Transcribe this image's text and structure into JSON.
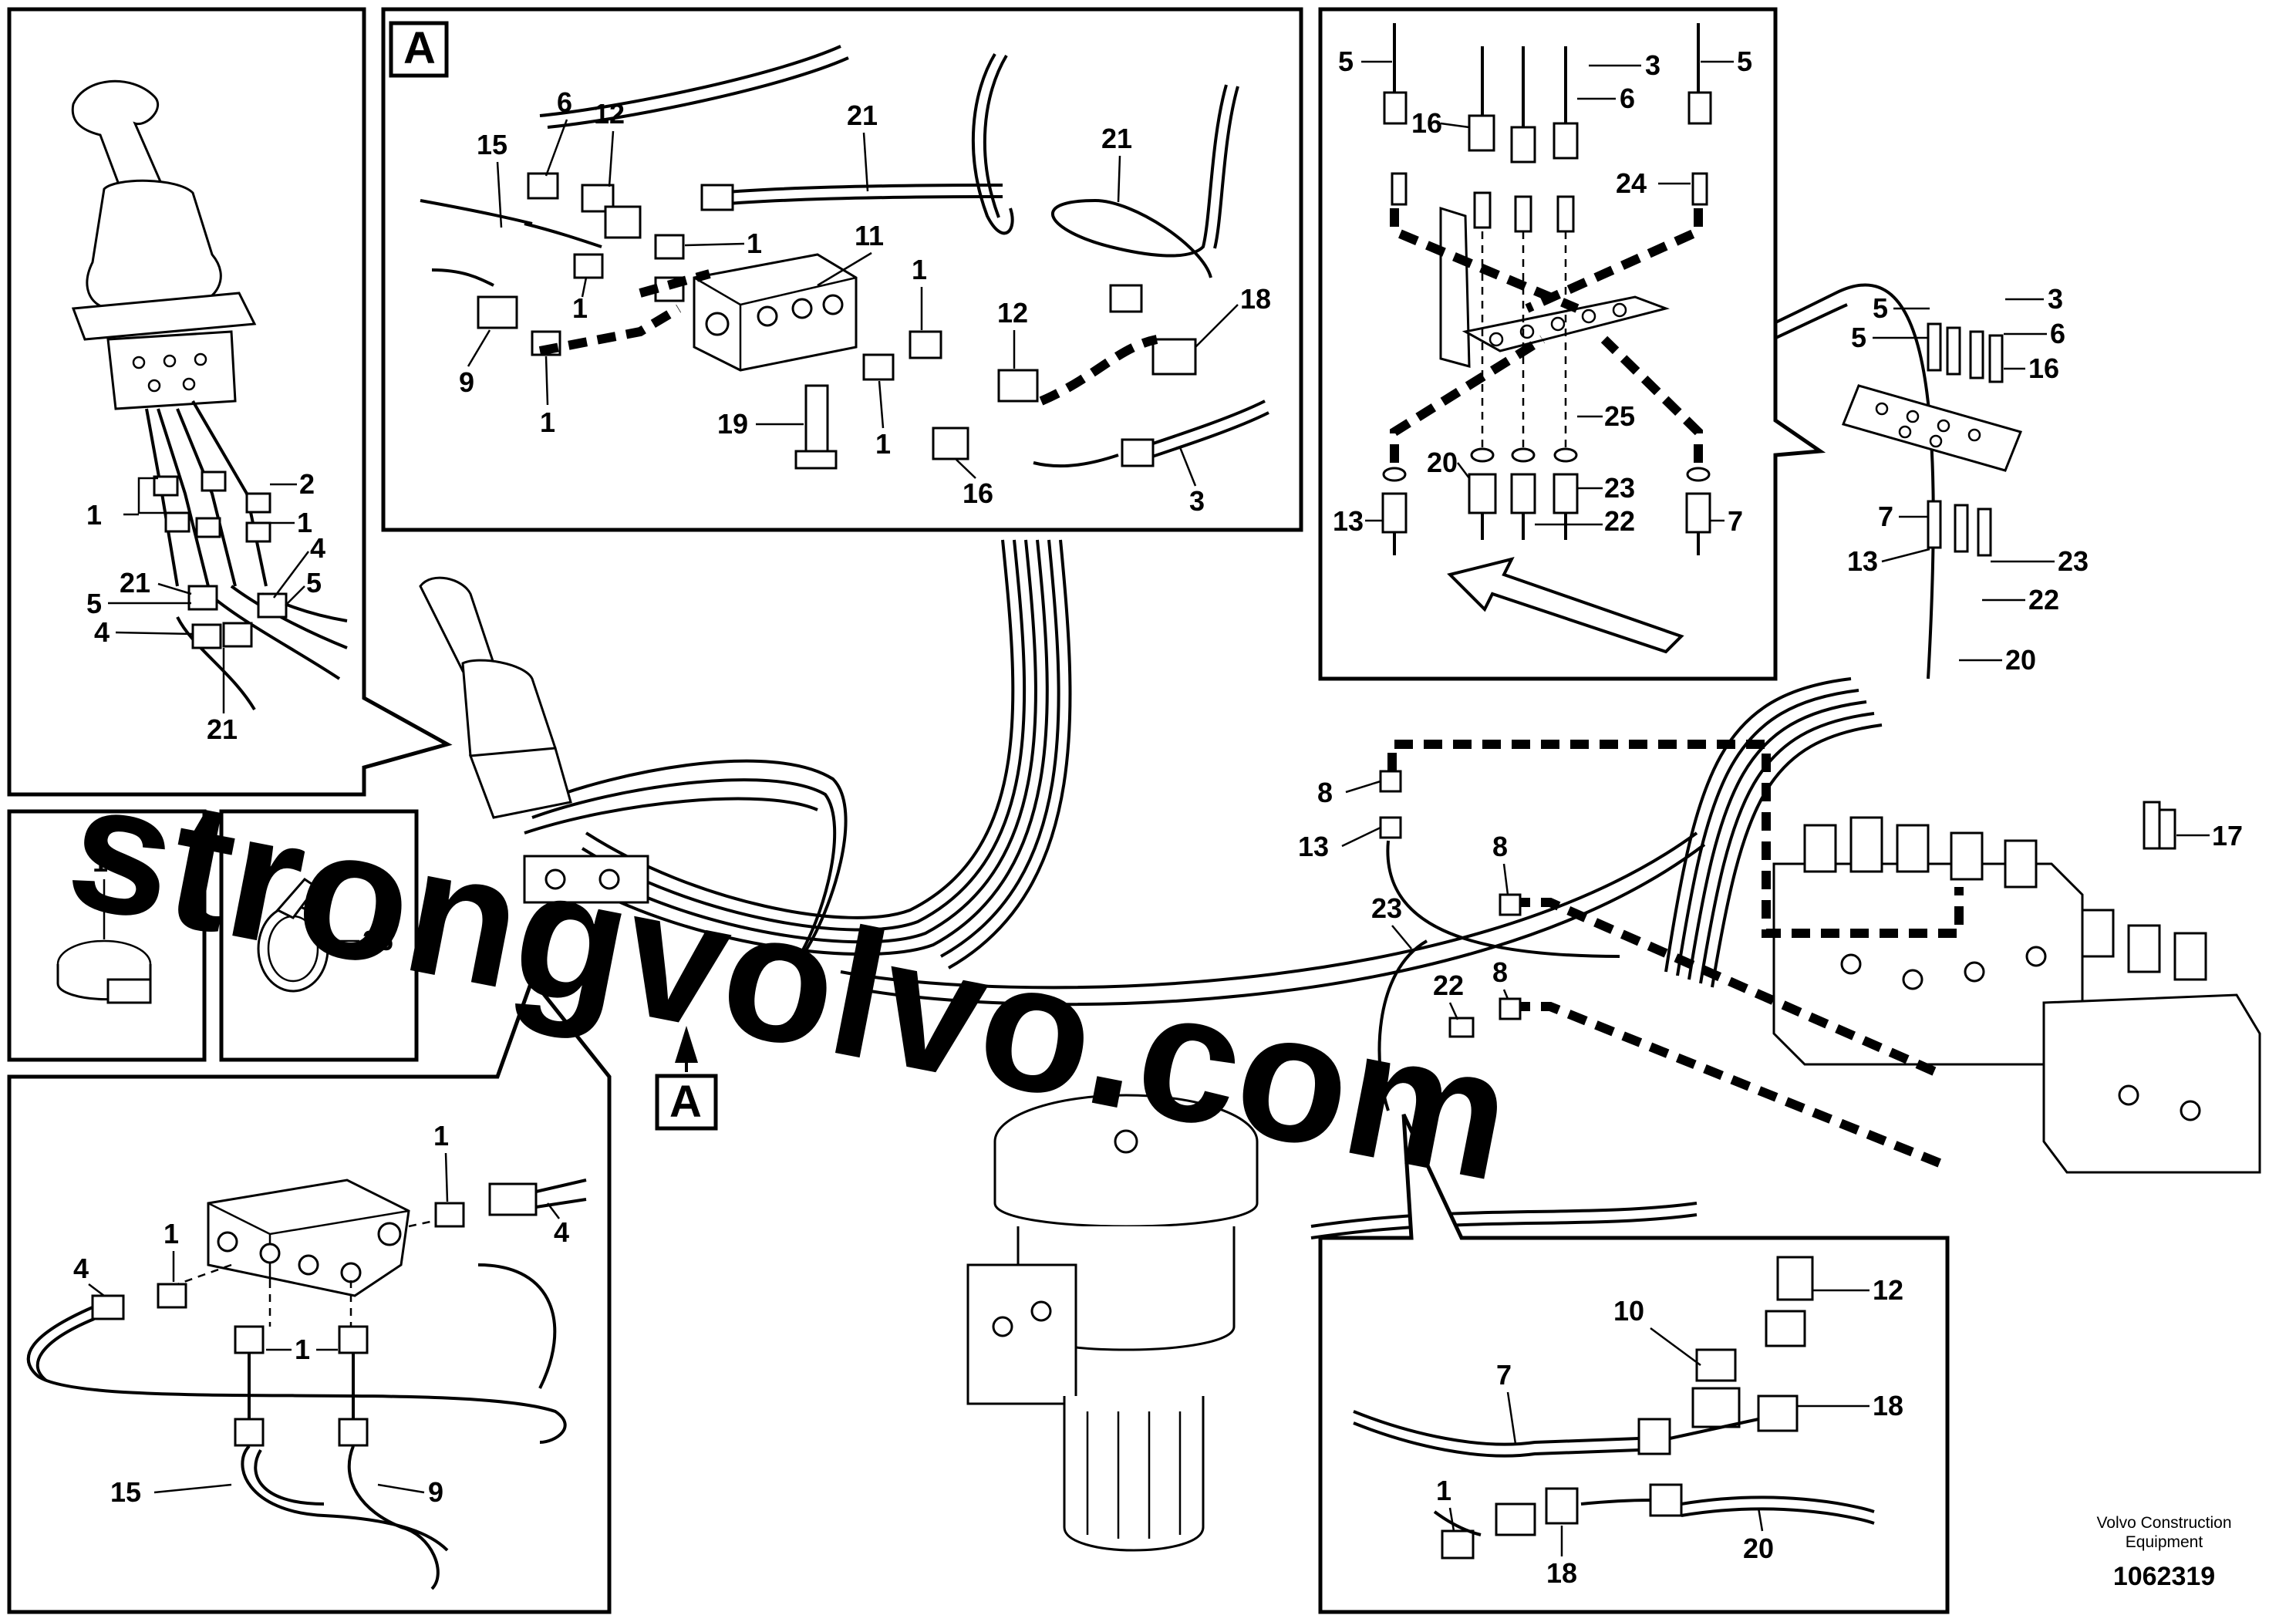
{
  "sections": {
    "detail_A_marker": "A",
    "view_A_marker": "A"
  },
  "callouts": {
    "tl": [
      "1",
      "2",
      "1",
      "4",
      "5",
      "21",
      "5",
      "4",
      "21"
    ],
    "clip14": "14",
    "clip26": "26",
    "bl": [
      "1",
      "4",
      "1",
      "1",
      "4",
      "15",
      "9"
    ],
    "a": [
      "6",
      "12",
      "15",
      "21",
      "1",
      "11",
      "21",
      "1",
      "12",
      "18",
      "1",
      "9",
      "1",
      "19",
      "1",
      "16",
      "3"
    ],
    "tr": [
      "5",
      "16",
      "3",
      "6",
      "5",
      "24",
      "20",
      "25",
      "23",
      "13",
      "22",
      "7"
    ],
    "r": [
      "5",
      "3",
      "5",
      "6",
      "16",
      "7",
      "13",
      "23",
      "22",
      "20"
    ],
    "main": [
      "8",
      "13",
      "8",
      "23",
      "22",
      "8",
      "17"
    ],
    "br": [
      "12",
      "10",
      "7",
      "18",
      "1",
      "18",
      "20"
    ]
  },
  "footer": {
    "company_line1": "Volvo Construction",
    "company_line2": "Equipment",
    "drawing_number": "1062319"
  },
  "watermark": "strongvolvo.com"
}
